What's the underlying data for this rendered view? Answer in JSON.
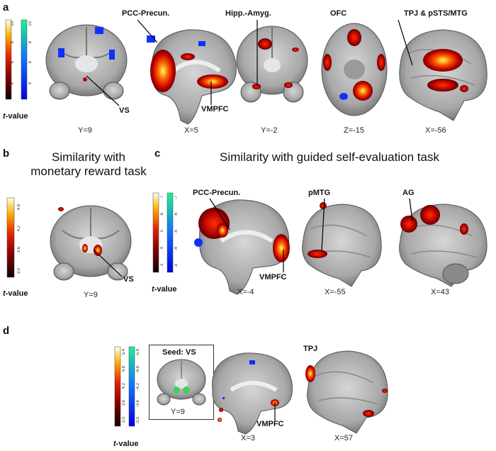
{
  "panels": {
    "a": {
      "letter": "a",
      "colorbar": {
        "hot_ticks": [
          "10",
          "8",
          "6",
          "4"
        ],
        "cool_ticks": [
          "10",
          "8",
          "6",
          "4"
        ],
        "tlabel_italic": "t",
        "tlabel_rest": "-value"
      },
      "slices": [
        {
          "coord": "Y=9"
        },
        {
          "coord": "X=5"
        },
        {
          "coord": "Y=-2"
        },
        {
          "coord": "Z=-15"
        },
        {
          "coord": "X=-56"
        }
      ],
      "regions": [
        "VS",
        "PCC-Precun.",
        "VMPFC",
        "Hipp.-Amyg.",
        "OFC",
        "TPJ & pSTS/MTG"
      ]
    },
    "b": {
      "letter": "b",
      "title": "Similarity with monetary reward task",
      "colorbar": {
        "ticks": [
          "4.8",
          "4.2",
          "3.6",
          "3.0"
        ],
        "tlabel_italic": "t",
        "tlabel_rest": "-value"
      },
      "slice": {
        "coord": "Y=9"
      },
      "regions": [
        "VS"
      ]
    },
    "c": {
      "letter": "c",
      "title": "Similarity with guided self-evaluation task",
      "colorbar": {
        "hot_ticks": [
          "7",
          "6",
          "5",
          "4",
          "3"
        ],
        "cool_ticks": [
          "-7",
          "-6",
          "-5",
          "-4",
          "-3"
        ],
        "tlabel_italic": "t",
        "tlabel_rest": "-value"
      },
      "slices": [
        {
          "coord": "X=-4"
        },
        {
          "coord": "X=-55"
        },
        {
          "coord": "X=43"
        }
      ],
      "regions": [
        "PCC-Precun.",
        "VMPFC",
        "pMTG",
        "AG"
      ]
    },
    "d": {
      "letter": "d",
      "colorbar": {
        "hot_ticks": [
          "5.4",
          "4.8",
          "4.2",
          "3.6",
          "3.0"
        ],
        "cool_ticks": [
          "-5.4",
          "-4.8",
          "-4.2",
          "-3.6",
          "-3.0"
        ],
        "tlabel_italic": "t",
        "tlabel_rest": "-value"
      },
      "seed": {
        "label": "Seed: VS",
        "coord": "Y=9"
      },
      "slices": [
        {
          "coord": "X=3"
        },
        {
          "coord": "X=57"
        }
      ],
      "regions": [
        "VMPFC",
        "TPJ"
      ]
    }
  },
  "colors": {
    "hot_low": "#1a0000",
    "hot_mid": "#e02000",
    "hot_high": "#ffffe0",
    "cool_low": "#0000ff",
    "cool_high": "#20e8a0",
    "brain_light": "#c8c8c8",
    "brain_dark": "#5a5a5a"
  }
}
